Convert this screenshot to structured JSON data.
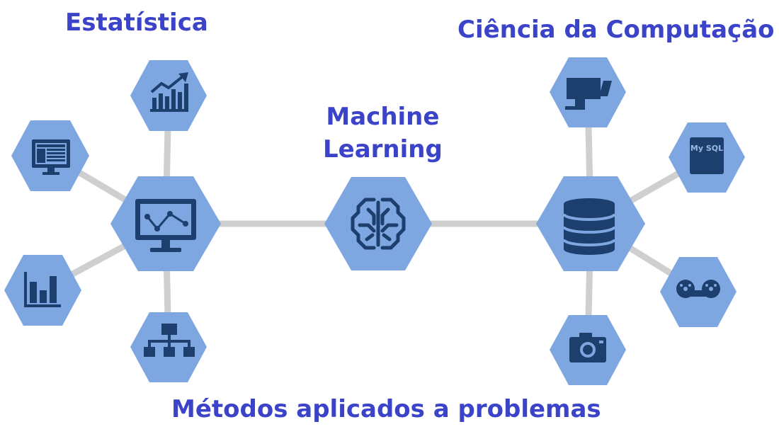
{
  "groups": {
    "statistics": "Estatística",
    "computer_science": "Ciência da Computação",
    "center_line1": "Machine",
    "center_line2": "Learning",
    "bottom": "Métodos aplicados a problemas"
  },
  "icons": {
    "mysql_text": "My SQL"
  },
  "colors": {
    "hexagon": "#7ea6e0",
    "icon": "#1d3f6e",
    "connector": "#cfcfcf",
    "label": "#3b43c9"
  }
}
